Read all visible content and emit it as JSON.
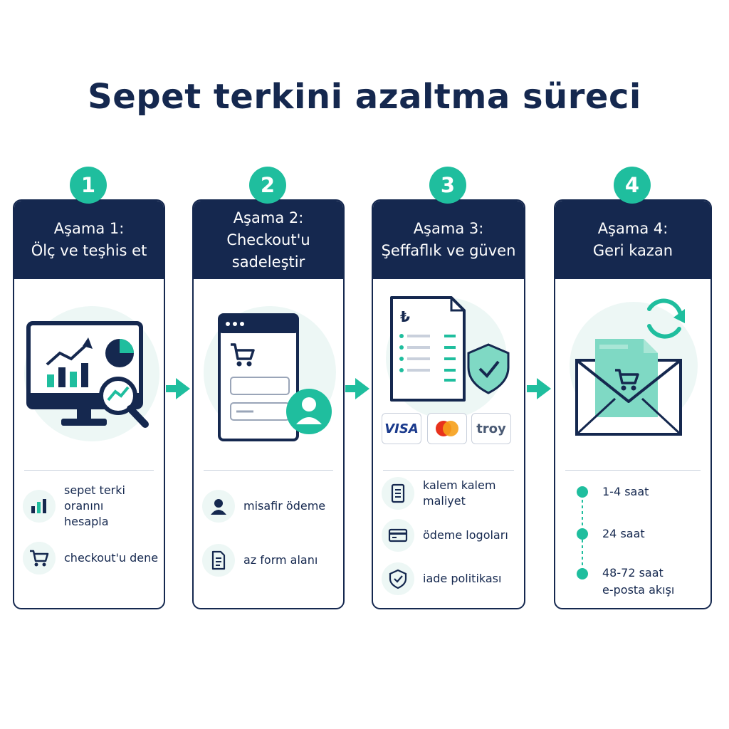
{
  "title": "Sepet terkini azaltma süreci",
  "colors": {
    "navy": "#15284f",
    "teal": "#1fbe9e",
    "light_teal": "#edf7f5"
  },
  "stages": [
    {
      "number": "1",
      "label": "Aşama 1:",
      "name": "Ölç ve teşhis et",
      "items": [
        {
          "icon": "bar-chart-icon",
          "text": "sepet terki oranını\nhesapla"
        },
        {
          "icon": "cart-icon",
          "text": "checkout'u dene"
        }
      ]
    },
    {
      "number": "2",
      "label": "Aşama 2:",
      "name": "Checkout'u\nsadeleştir",
      "items": [
        {
          "icon": "user-icon",
          "text": "misafir ödeme"
        },
        {
          "icon": "form-document-icon",
          "text": "az form alanı"
        }
      ]
    },
    {
      "number": "3",
      "label": "Aşama 3:",
      "name": "Şeffaflık ve güven",
      "payment_logos": [
        "VISA",
        "troy"
      ],
      "items": [
        {
          "icon": "itemized-list-icon",
          "text": "kalem kalem maliyet"
        },
        {
          "icon": "credit-card-icon",
          "text": "ödeme logoları"
        },
        {
          "icon": "shield-check-icon",
          "text": "iade politikası"
        }
      ]
    },
    {
      "number": "4",
      "label": "Aşama 4:",
      "name": "Geri kazan",
      "timeline": [
        {
          "text": "1-4 saat"
        },
        {
          "text": "24 saat"
        },
        {
          "text": "48-72 saat\ne-posta akışı"
        }
      ]
    }
  ]
}
